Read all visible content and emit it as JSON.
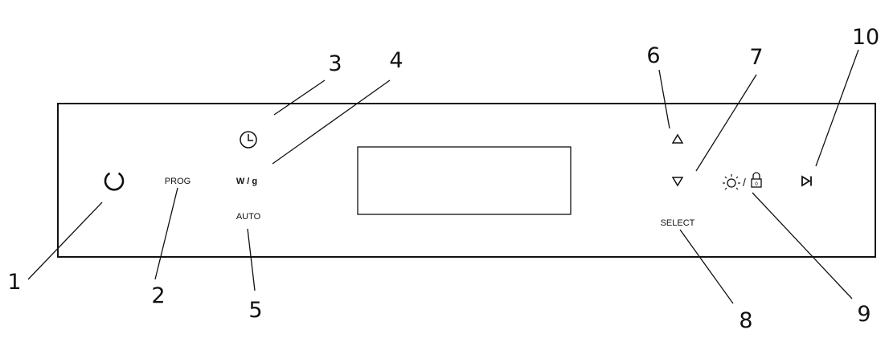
{
  "panel": {
    "labels": {
      "prog": "PROG",
      "wg": "W / g",
      "auto": "AUTO",
      "select": "SELECT",
      "slash": "/",
      "lock_digit": "0"
    },
    "icons": {
      "power": "power-icon",
      "clock": "clock-icon",
      "up": "up-arrow-icon",
      "down": "down-arrow-icon",
      "light": "light-icon",
      "lock": "lock-icon",
      "start": "start-pause-icon"
    }
  },
  "callouts": [
    "1",
    "2",
    "3",
    "4",
    "5",
    "6",
    "7",
    "8",
    "9",
    "10"
  ]
}
